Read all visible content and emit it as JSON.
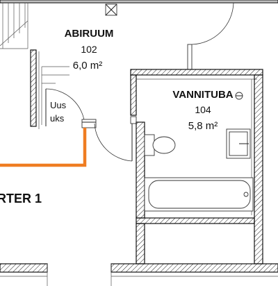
{
  "rooms": [
    {
      "name": "ABIRUUM",
      "number": "102",
      "area": "6,0 m²"
    },
    {
      "name": "VANNITUBA",
      "number": "104",
      "area": "5,8 m²"
    }
  ],
  "apartment_label": "RTER 1",
  "door_note": {
    "line1": "Uus",
    "line2": "uks"
  },
  "colors": {
    "wall": "#111111",
    "new_partition": "#ef7d22",
    "background": "#ffffff"
  },
  "icons": [
    "ventilation-box-icon",
    "ceiling-light-icon"
  ]
}
